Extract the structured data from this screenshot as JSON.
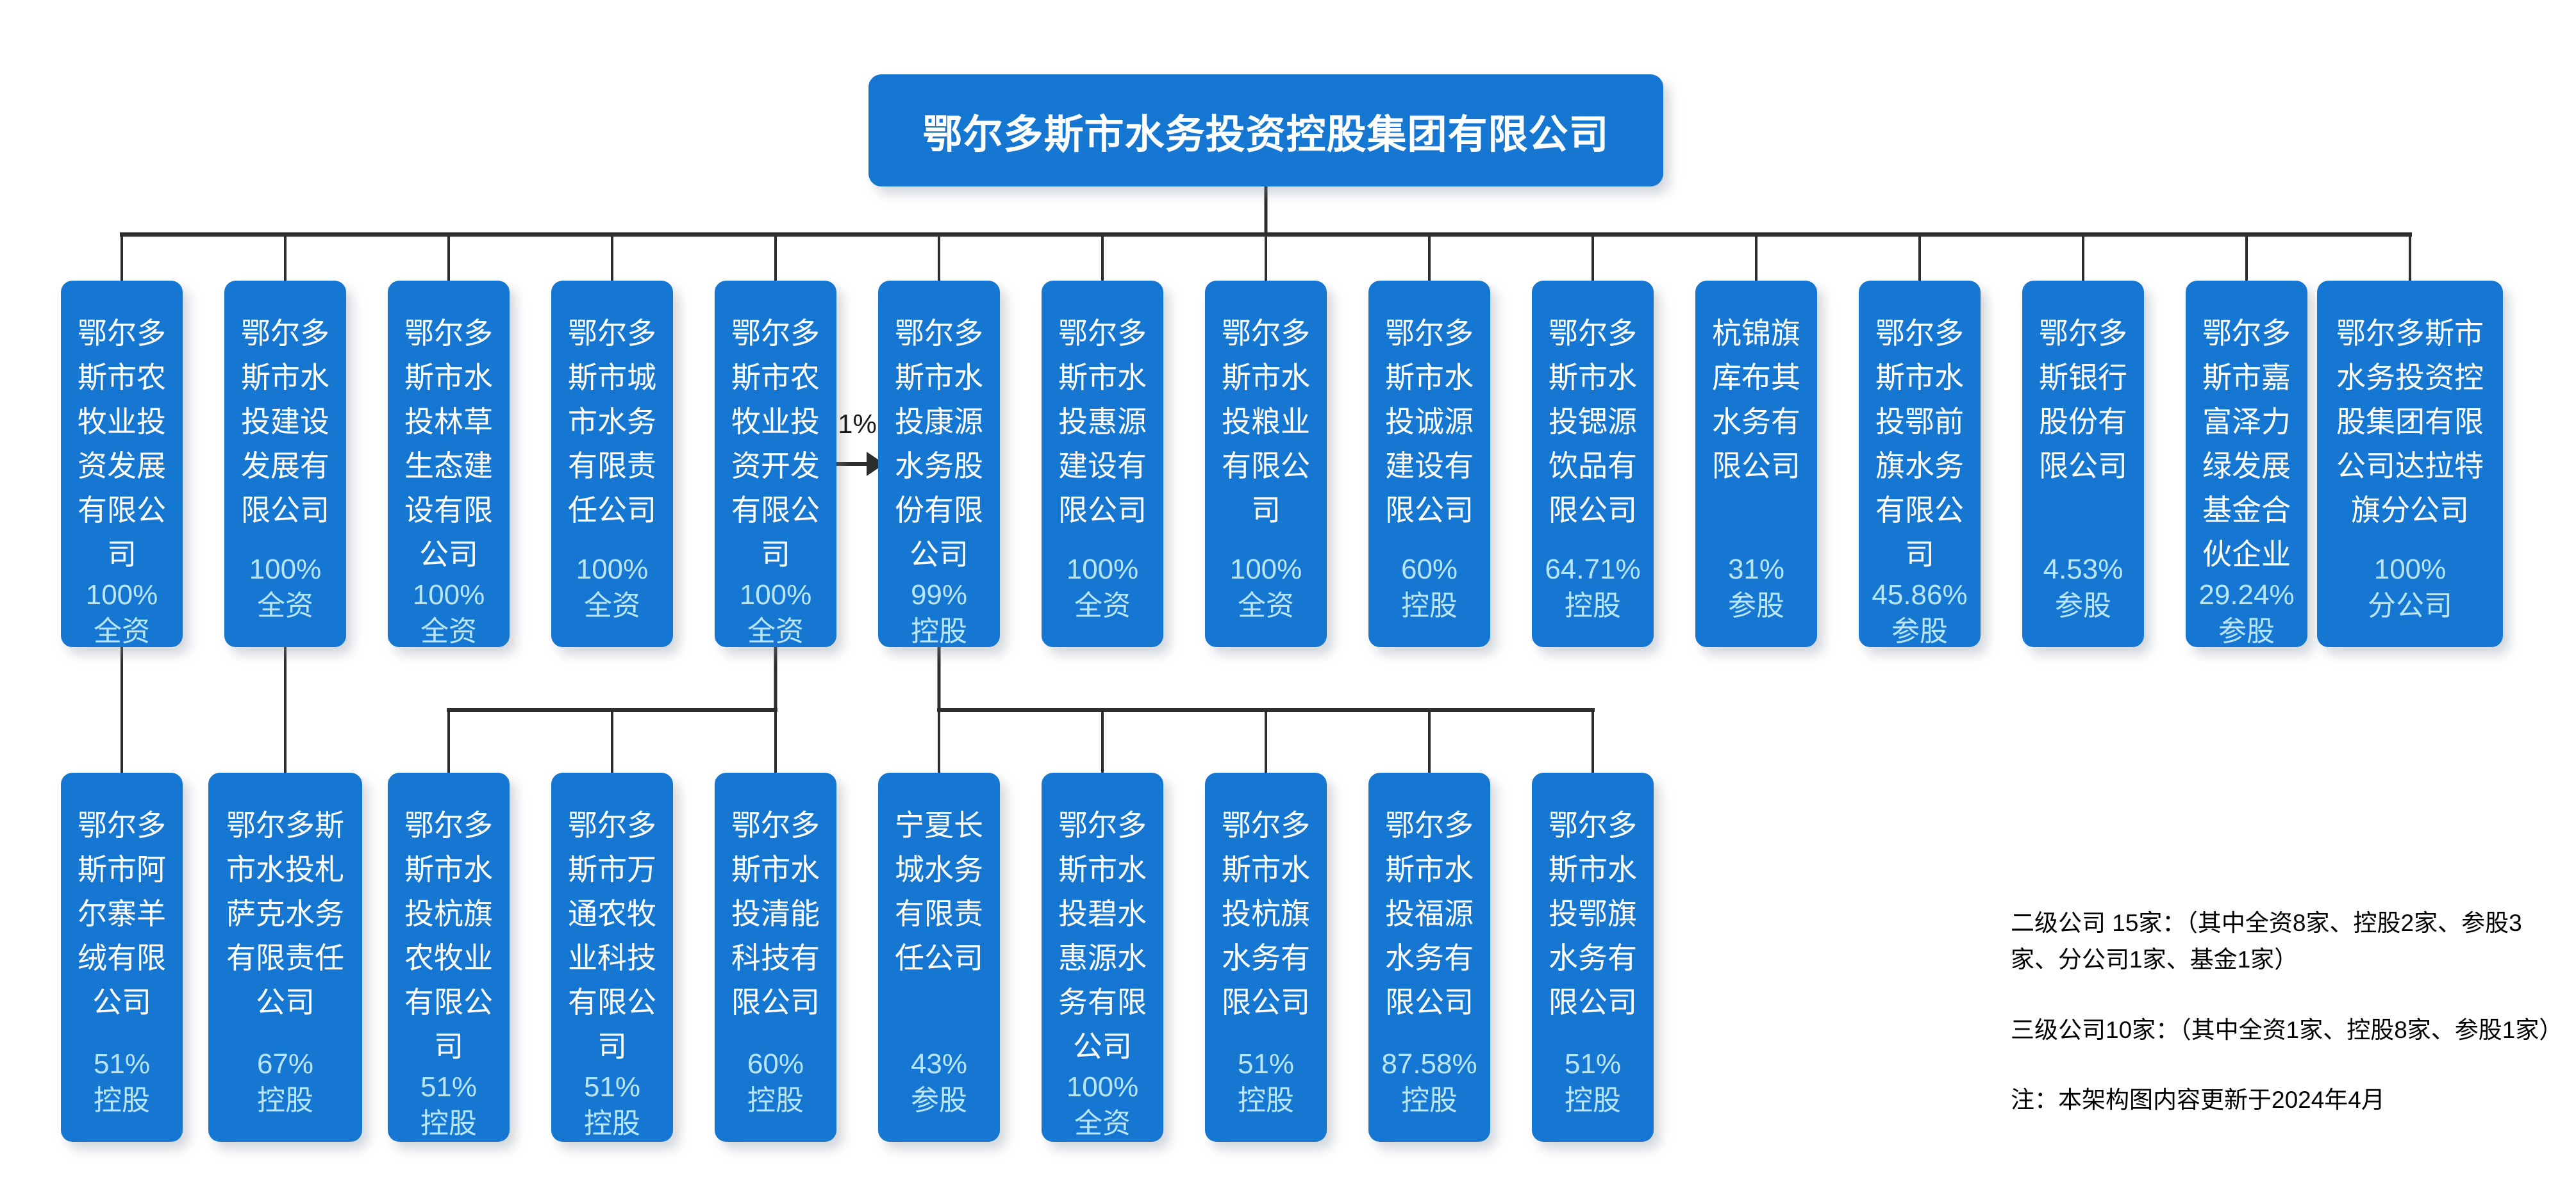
{
  "root": {
    "name": "鄂尔多斯市水务投资控股集团有限公司"
  },
  "level2": [
    {
      "name": "鄂尔多斯市农牧业投资发展有限公司",
      "pct": "100%",
      "type": "全资"
    },
    {
      "name": "鄂尔多斯市水投建设发展有限公司",
      "pct": "100%",
      "type": "全资"
    },
    {
      "name": "鄂尔多斯市水投林草生态建设有限公司",
      "pct": "100%",
      "type": "全资"
    },
    {
      "name": "鄂尔多斯市城市水务有限责任公司",
      "pct": "100%",
      "type": "全资"
    },
    {
      "name": "鄂尔多斯市农牧业投资开发有限公司",
      "pct": "100%",
      "type": "全资"
    },
    {
      "name": "鄂尔多斯市水投康源水务股份有限公司",
      "pct": "99%",
      "type": "控股"
    },
    {
      "name": "鄂尔多斯市水投惠源建设有限公司",
      "pct": "100%",
      "type": "全资"
    },
    {
      "name": "鄂尔多斯市水投粮业有限公司",
      "pct": "100%",
      "type": "全资"
    },
    {
      "name": "鄂尔多斯市水投诚源建设有限公司",
      "pct": "60%",
      "type": "控股"
    },
    {
      "name": "鄂尔多斯市水投锶源饮品有限公司",
      "pct": "64.71%",
      "type": "控股"
    },
    {
      "name": "杭锦旗库布其水务有限公司",
      "pct": "31%",
      "type": "参股"
    },
    {
      "name": "鄂尔多斯市水投鄂前旗水务有限公司",
      "pct": "45.86%",
      "type": "参股"
    },
    {
      "name": "鄂尔多斯银行股份有限公司",
      "pct": "4.53%",
      "type": "参股"
    },
    {
      "name": "鄂尔多斯市嘉富泽力绿发展基金合伙企业",
      "pct": "29.24%",
      "type": "参股"
    },
    {
      "name": "鄂尔多斯市水务投资控股集团有限公司达拉特旗分公司",
      "pct": "100%",
      "type": "分公司"
    }
  ],
  "level3": [
    {
      "name": "鄂尔多斯市阿尔寨羊绒有限公司",
      "pct": "51%",
      "type": "控股",
      "col": 1,
      "parent": 1
    },
    {
      "name": "鄂尔多斯市水投札萨克水务有限责任公司",
      "pct": "67%",
      "type": "控股",
      "col": 2,
      "parent": 2
    },
    {
      "name": "鄂尔多斯市水投杭旗农牧业有限公司",
      "pct": "51%",
      "type": "控股",
      "col": 3,
      "parent": 5
    },
    {
      "name": "鄂尔多斯市万通农牧业科技有限公司",
      "pct": "51%",
      "type": "控股",
      "col": 4,
      "parent": 5
    },
    {
      "name": "鄂尔多斯市水投清能科技有限公司",
      "pct": "60%",
      "type": "控股",
      "col": 5,
      "parent": 5
    },
    {
      "name": "宁夏长城水务有限责任公司",
      "pct": "43%",
      "type": "参股",
      "col": 6,
      "parent": 6
    },
    {
      "name": "鄂尔多斯市水投碧水惠源水务有限公司",
      "pct": "100%",
      "type": "全资",
      "col": 7,
      "parent": 6
    },
    {
      "name": "鄂尔多斯市水投杭旗水务有限公司",
      "pct": "51%",
      "type": "控股",
      "col": 8,
      "parent": 6
    },
    {
      "name": "鄂尔多斯市水投福源水务有限公司",
      "pct": "87.58%",
      "type": "控股",
      "col": 9,
      "parent": 6
    },
    {
      "name": "鄂尔多斯市水投鄂旗水务有限公司",
      "pct": "51%",
      "type": "控股",
      "col": 10,
      "parent": 6
    }
  ],
  "arrow": {
    "label": "1%",
    "from": "鄂尔多斯市农牧业投资开发有限公司",
    "to": "鄂尔多斯市水投康源水务股份有限公司"
  },
  "notes": [
    "二级公司 15家：（其中全资8家、控股2家、参股3家、分公司1家、基金1家）",
    "三级公司10家：（其中全资1家、控股8家、参股1家）",
    "注：本架构图内容更新于2024年4月"
  ],
  "colors": {
    "box_blue": "#1577d2",
    "name_text": "#ffffff",
    "pct_text": "#b9e6f7",
    "line": "#2d2d2d",
    "note_text": "#000000",
    "background": "#ffffff"
  }
}
